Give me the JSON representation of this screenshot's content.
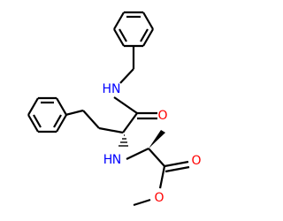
{
  "molecule": {
    "atoms": {
      "amide_nitrogen": {
        "symbol": "HN",
        "color": "#0000FF"
      },
      "amide_oxygen": {
        "symbol": "O",
        "color": "#FF0000"
      },
      "amine_nitrogen": {
        "symbol": "N",
        "color": "#0000FF"
      },
      "amine_hydrogen": {
        "symbol": "H",
        "color": "#0000FF"
      },
      "ester_carbonyl_oxygen": {
        "symbol": "O",
        "color": "#FF0000"
      },
      "ester_oxygen": {
        "symbol": "O",
        "color": "#FF0000"
      }
    },
    "bond_color": "#000000"
  }
}
